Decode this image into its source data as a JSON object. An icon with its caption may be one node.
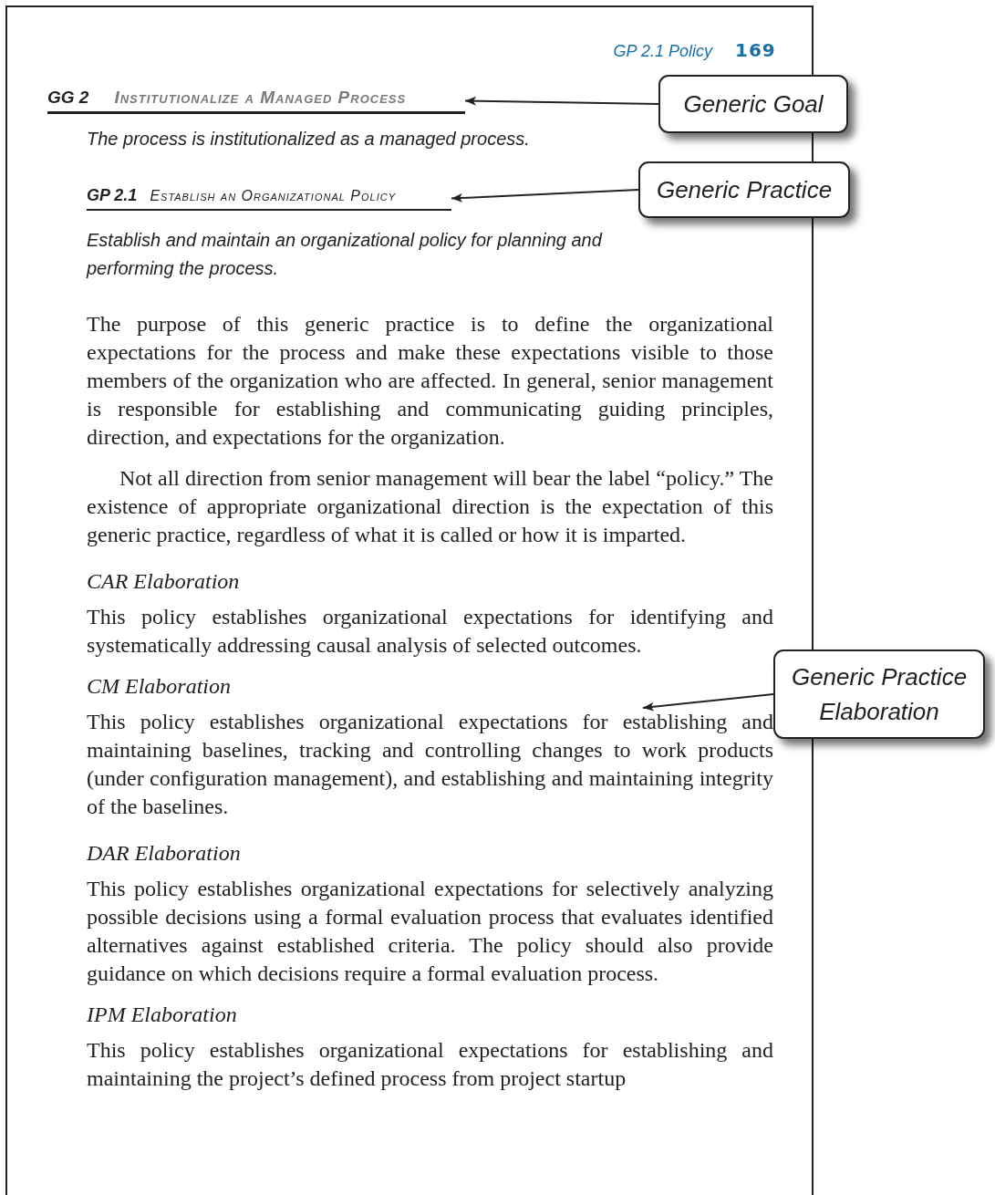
{
  "diagram": {
    "nodes": [
      {
        "text": [
          "GG 2",
          "Institutionalize a Managed Process"
        ]
      },
      {
        "text": [
          "Generic Goal"
        ]
      },
      {
        "text": [
          "GP 2.1",
          "Establish an Organizational Policy"
        ]
      },
      {
        "text": [
          "Generic Practice"
        ]
      },
      {
        "text": [
          "Generic Practice Elaboration"
        ]
      },
      {
        "text": [
          "This policy establishes organizational expectations for establishing and maintaining baselines, tracking and controlling changes to work products (under configuration management), and establishing and maintaining integrity of the baselines."
        ]
      }
    ],
    "edges": [
      {
        "from": 1,
        "to": 0,
        "arrow": "to"
      },
      {
        "from": 3,
        "to": 2,
        "arrow": "to"
      },
      {
        "from": 4,
        "to": 5,
        "arrow": "to"
      }
    ],
    "labels": [
      "GP 2.1 Policy",
      "169",
      "The process is institutionalized as a managed process.",
      "Establish and maintain an organizational policy for planning and performing the process.",
      "The purpose of this generic practice is to define the organizational expectations for the process and make these expectations visible to those members of the organization who are affected. In general, senior management is responsible for establishing and communicating guiding principles, direction, and expectations for the organization.",
      "Not all direction from senior management will bear the label “policy.” The existence of appropriate organizational direction is the expectation of this generic practice, regardless of what it is called or how it is imparted.",
      "CAR Elaboration",
      "This policy establishes organizational expectations for identifying and systematically addressing causal analysis of selected outcomes.",
      "CM Elaboration",
      "DAR Elaboration",
      "This policy establishes organizational expectations for selectively analyzing possible decisions using a formal evaluation process that evaluates identified alternatives against established criteria. The policy should also provide guidance on which decisions require a formal evaluation process.",
      "IPM Elaboration",
      "This policy establishes organizational expectations for establishing and maintaining the project’s defined process from project startup"
    ]
  }
}
